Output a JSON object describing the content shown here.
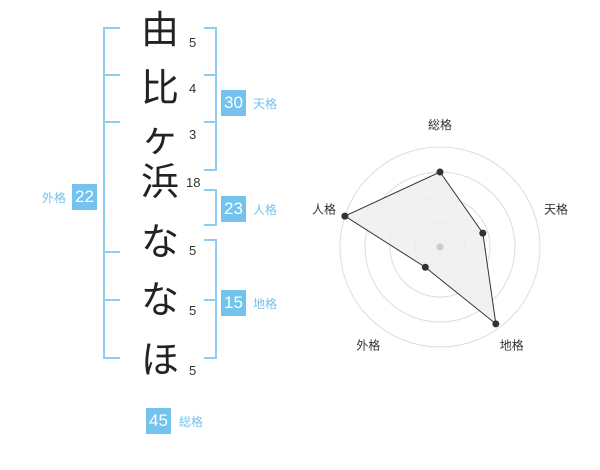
{
  "name": {
    "chars": [
      "由",
      "比",
      "ヶ",
      "浜",
      "な",
      "な",
      "ほ"
    ],
    "strokes": [
      "5",
      "4",
      "3",
      "18",
      "5",
      "5",
      "5"
    ]
  },
  "fortune": {
    "tenkaku": {
      "value": "30",
      "label": "天格"
    },
    "jinkaku": {
      "value": "23",
      "label": "人格"
    },
    "chikaku": {
      "value": "15",
      "label": "地格"
    },
    "gaikaku": {
      "value": "22",
      "label": "外格"
    },
    "soukaku": {
      "value": "45",
      "label": "総格"
    }
  },
  "chart_data": {
    "type": "radar",
    "axes": [
      "総格",
      "天格",
      "地格",
      "外格",
      "人格"
    ],
    "values": [
      0.75,
      0.45,
      0.95,
      0.25,
      1.0
    ],
    "range": [
      0,
      1
    ],
    "rings": 4,
    "colors": {
      "fill": "#eeeeee",
      "line": "#333333",
      "grid": "#dddddd",
      "center": "#cccccc"
    }
  }
}
